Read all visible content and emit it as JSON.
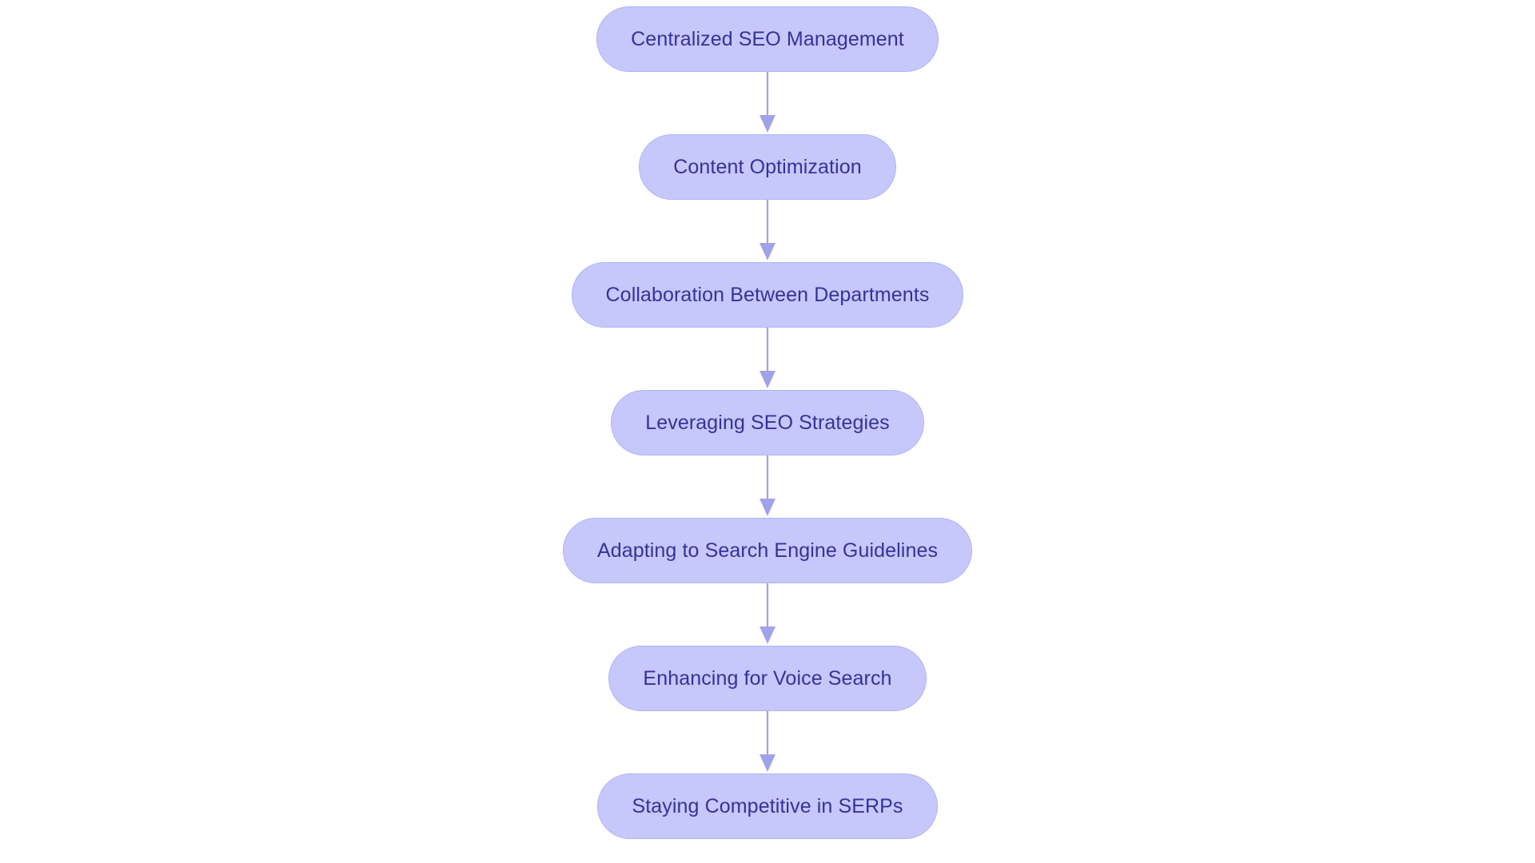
{
  "diagram": {
    "type": "flowchart",
    "orientation": "top-to-bottom",
    "background_color": "#ffffff",
    "node_fill_color": "#c6c7fb",
    "node_border_color": "#b2b4f2",
    "node_text_color": "#333399",
    "connector_color": "#9fa3e8",
    "node_shape": "stadium",
    "nodes": [
      {
        "id": "n1",
        "label": "Centralized SEO Management"
      },
      {
        "id": "n2",
        "label": "Content Optimization"
      },
      {
        "id": "n3",
        "label": "Collaboration Between Departments"
      },
      {
        "id": "n4",
        "label": "Leveraging SEO Strategies"
      },
      {
        "id": "n5",
        "label": "Adapting to Search Engine Guidelines"
      },
      {
        "id": "n6",
        "label": "Enhancing for Voice Search"
      },
      {
        "id": "n7",
        "label": "Staying Competitive in SERPs"
      }
    ],
    "edges": [
      {
        "from": "n1",
        "to": "n2",
        "arrow": "down"
      },
      {
        "from": "n2",
        "to": "n3",
        "arrow": "down"
      },
      {
        "from": "n3",
        "to": "n4",
        "arrow": "down"
      },
      {
        "from": "n4",
        "to": "n5",
        "arrow": "down"
      },
      {
        "from": "n5",
        "to": "n6",
        "arrow": "down"
      },
      {
        "from": "n6",
        "to": "n7",
        "arrow": "down"
      }
    ]
  }
}
